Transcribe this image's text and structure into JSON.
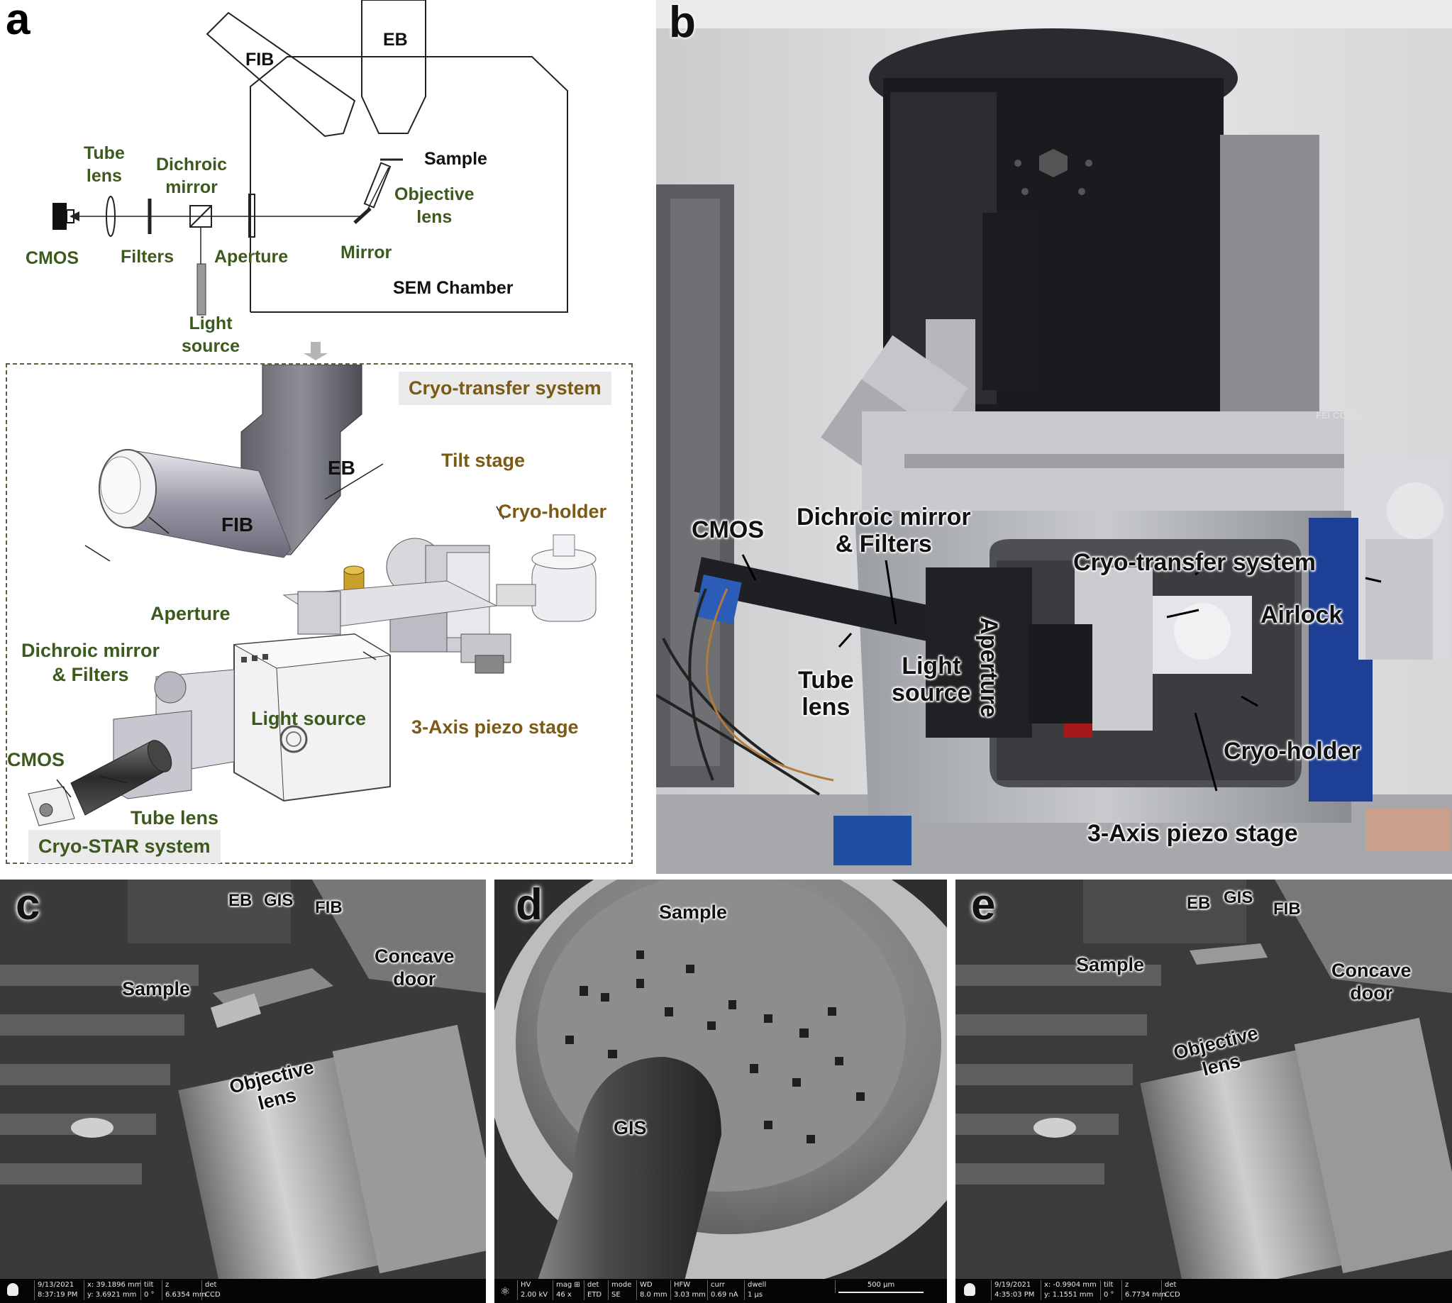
{
  "panel_labels": {
    "a": "a",
    "b": "b",
    "c": "c",
    "d": "d",
    "e": "e"
  },
  "panel_a": {
    "schematic": {
      "fib": "FIB",
      "eb": "EB",
      "sample": "Sample",
      "objective_lens": [
        "Objective",
        "lens"
      ],
      "tube_lens": [
        "Tube",
        "lens"
      ],
      "dichroic_mirror": [
        "Dichroic",
        "mirror"
      ],
      "cmos": "CMOS",
      "filters": "Filters",
      "aperture": "Aperture",
      "mirror": "Mirror",
      "sem_chamber": "SEM Chamber",
      "light_source": [
        "Light",
        "source"
      ]
    },
    "model": {
      "cryo_transfer_system": "Cryo-transfer system",
      "eb": "EB",
      "fib": "FIB",
      "tilt_stage": "Tilt stage",
      "cryo_holder": "Cryo-holder",
      "aperture": "Aperture",
      "dichroic_filters": [
        "Dichroic mirror",
        "& Filters"
      ],
      "light_source": "Light source",
      "piezo_stage": "3-Axis piezo stage",
      "cmos": "CMOS",
      "tube_lens": "Tube lens",
      "cryo_star_system": "Cryo-STAR system"
    }
  },
  "panel_b": {
    "cmos": "CMOS",
    "dichroic_filters": [
      "Dichroic mirror",
      "& Filters"
    ],
    "cryo_transfer_system": "Cryo-transfer system",
    "airlock": "Airlock",
    "tube_lens": [
      "Tube",
      "lens"
    ],
    "light_source": [
      "Light",
      "source"
    ],
    "aperture": "Aperture",
    "cryo_holder": "Cryo-holder",
    "piezo_stage": "3-Axis piezo stage",
    "fei_company": "FEI COMPANY"
  },
  "panel_c": {
    "eb": "EB",
    "gis": "GIS",
    "fib": "FIB",
    "sample": "Sample",
    "concave_door": [
      "Concave",
      "door"
    ],
    "objective_lens": [
      "Objective",
      "lens"
    ],
    "status": {
      "date": "9/13/2021",
      "time": "8:37:19 PM",
      "x": "x: 39.1896 mm",
      "y": "y: 3.6921 mm",
      "tilt_h": "tilt",
      "tilt": "0 °",
      "z_h": "z",
      "z": "6.6354 mm",
      "det_h": "det",
      "det": "CCD"
    }
  },
  "panel_d": {
    "sample": "Sample",
    "gis": "GIS",
    "status": {
      "hv_h": "HV",
      "hv": "2.00 kV",
      "mag_h": "mag ⊞",
      "mag": "46 x",
      "det_h": "det",
      "det": "ETD",
      "mode_h": "mode",
      "mode": "SE",
      "wd_h": "WD",
      "wd": "8.0 mm",
      "hfw_h": "HFW",
      "hfw": "3.03 mm",
      "curr_h": "curr",
      "curr": "0.69 nA",
      "dwell_h": "dwell",
      "dwell": "1 μs",
      "scale": "500 μm"
    }
  },
  "panel_e": {
    "eb": "EB",
    "gis": "GIS",
    "fib": "FIB",
    "sample": "Sample",
    "concave_door": [
      "Concave",
      "door"
    ],
    "objective_lens": [
      "Objective",
      "lens"
    ],
    "status": {
      "date": "9/19/2021",
      "time": "4:35:03 PM",
      "x": "x: -0.9904 mm",
      "y": "y: 1.1551 mm",
      "tilt_h": "tilt",
      "tilt": "0 °",
      "z_h": "z",
      "z": "6.7734 mm",
      "det_h": "det",
      "det": "CCD"
    }
  },
  "colors": {
    "green_label": "#3d5a1e",
    "olive_label": "#7a5a14",
    "status_bar": "#050505"
  }
}
